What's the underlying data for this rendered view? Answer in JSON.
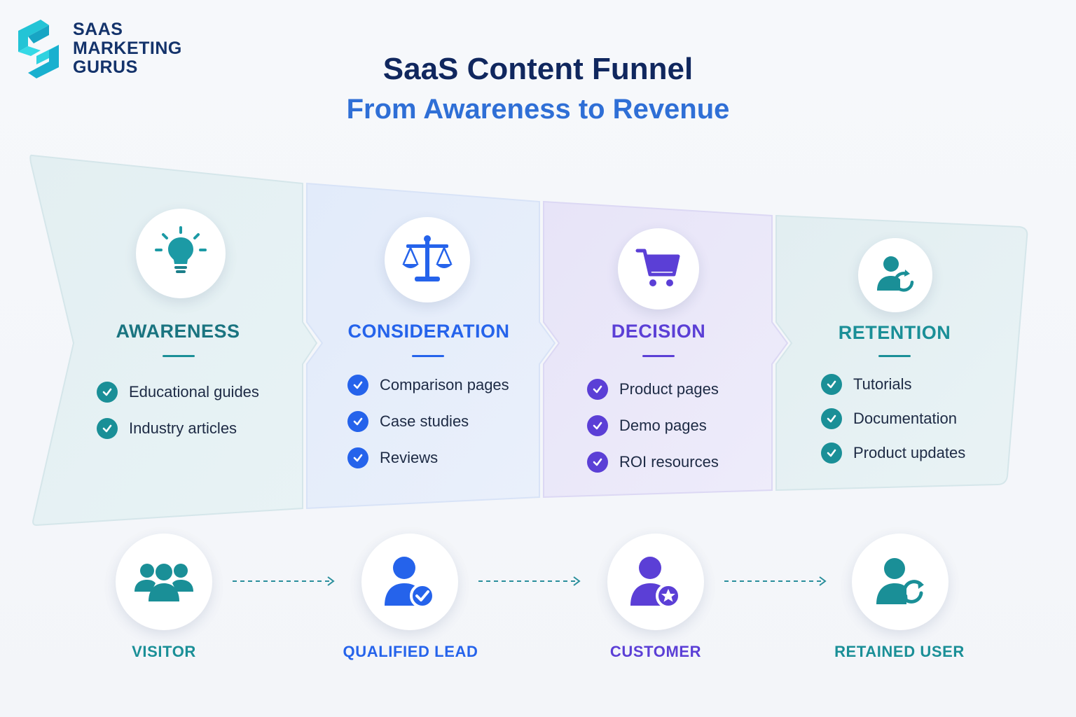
{
  "brand": {
    "line1": "SAAS",
    "line2": "MARKETING",
    "line3": "GURUS"
  },
  "header": {
    "title": "SaaS Content Funnel",
    "subtitle": "From Awareness to Revenue"
  },
  "colors": {
    "teal": "#1a8f97",
    "blue": "#2563eb",
    "purple": "#5b3fd6",
    "navy": "#10275e"
  },
  "stages": [
    {
      "name": "AWARENESS",
      "icon": "lightbulb-icon",
      "items": [
        "Educational guides",
        "Industry articles"
      ]
    },
    {
      "name": "CONSIDERATION",
      "icon": "scale-icon",
      "items": [
        "Comparison pages",
        "Case studies",
        "Reviews"
      ]
    },
    {
      "name": "DECISION",
      "icon": "cart-icon",
      "items": [
        "Product pages",
        "Demo pages",
        "ROI resources"
      ]
    },
    {
      "name": "RETENTION",
      "icon": "user-refresh-icon",
      "items": [
        "Tutorials",
        "Documentation",
        "Product updates"
      ]
    }
  ],
  "journey": [
    {
      "label": "VISITOR",
      "icon": "users-icon"
    },
    {
      "label": "QUALIFIED LEAD",
      "icon": "user-check-icon"
    },
    {
      "label": "CUSTOMER",
      "icon": "user-star-icon"
    },
    {
      "label": "RETAINED USER",
      "icon": "user-refresh-icon"
    }
  ]
}
